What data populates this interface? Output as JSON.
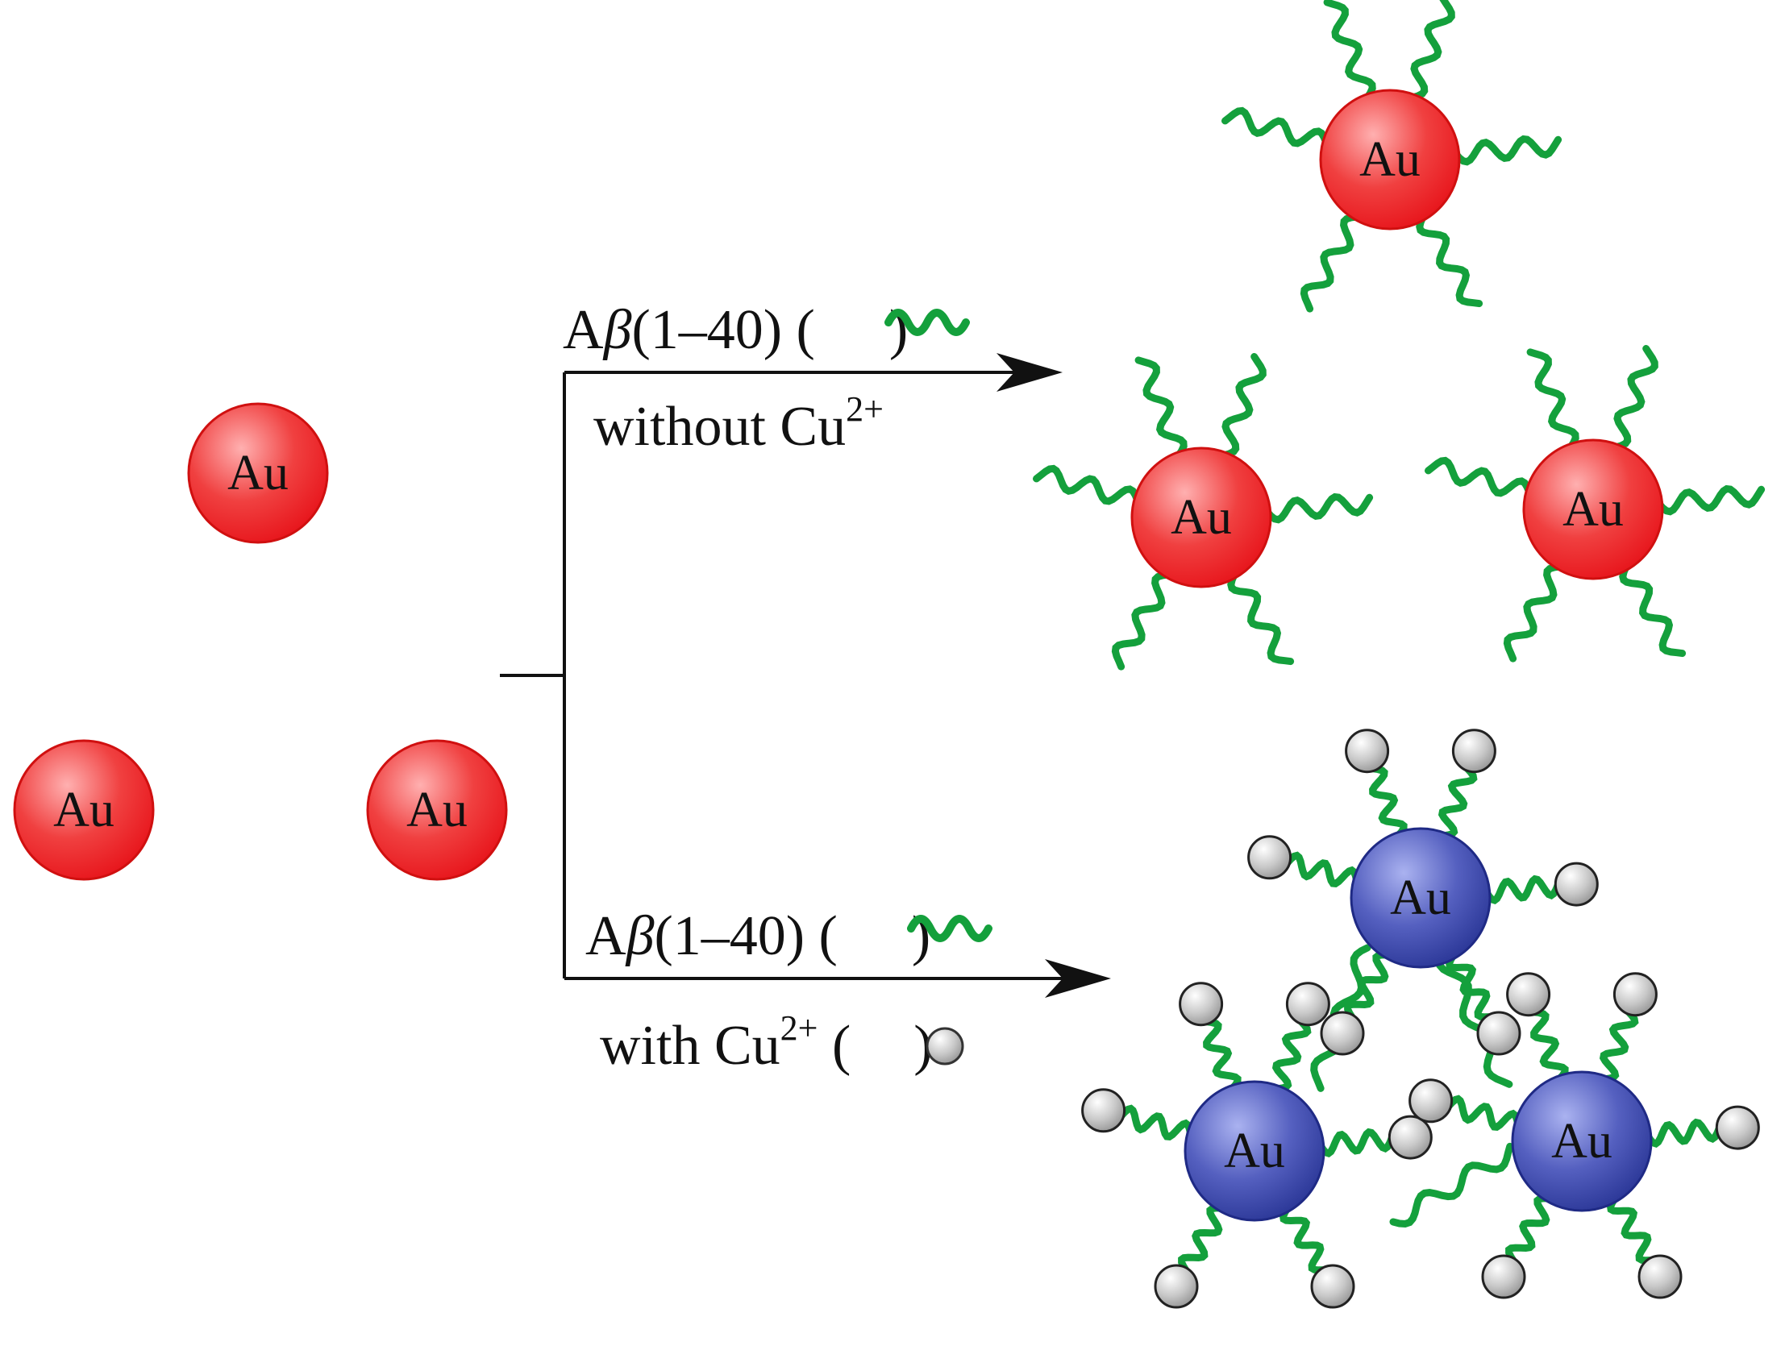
{
  "colors": {
    "particle_red": "#e8181e",
    "particle_red_light": "#ffb0b0",
    "particle_blue": "#2e3a9a",
    "particle_blue_light": "#aab2f0",
    "peptide_green": "#14a03c",
    "copper_gray": "#9a9a9a",
    "line_black": "#111111"
  },
  "particle_label": "Au",
  "top_branch": {
    "reagent": {
      "a": "A",
      "beta": "β",
      "range": "(1–40) (",
      "close": ")"
    },
    "condition": {
      "text": "without Cu",
      "charge": "2+"
    }
  },
  "bottom_branch": {
    "reagent": {
      "a": "A",
      "beta": "β",
      "range": "(1–40) (",
      "close": ")"
    },
    "condition": {
      "text": "with Cu",
      "charge": "2+",
      "open": " (",
      "close": ")"
    }
  }
}
